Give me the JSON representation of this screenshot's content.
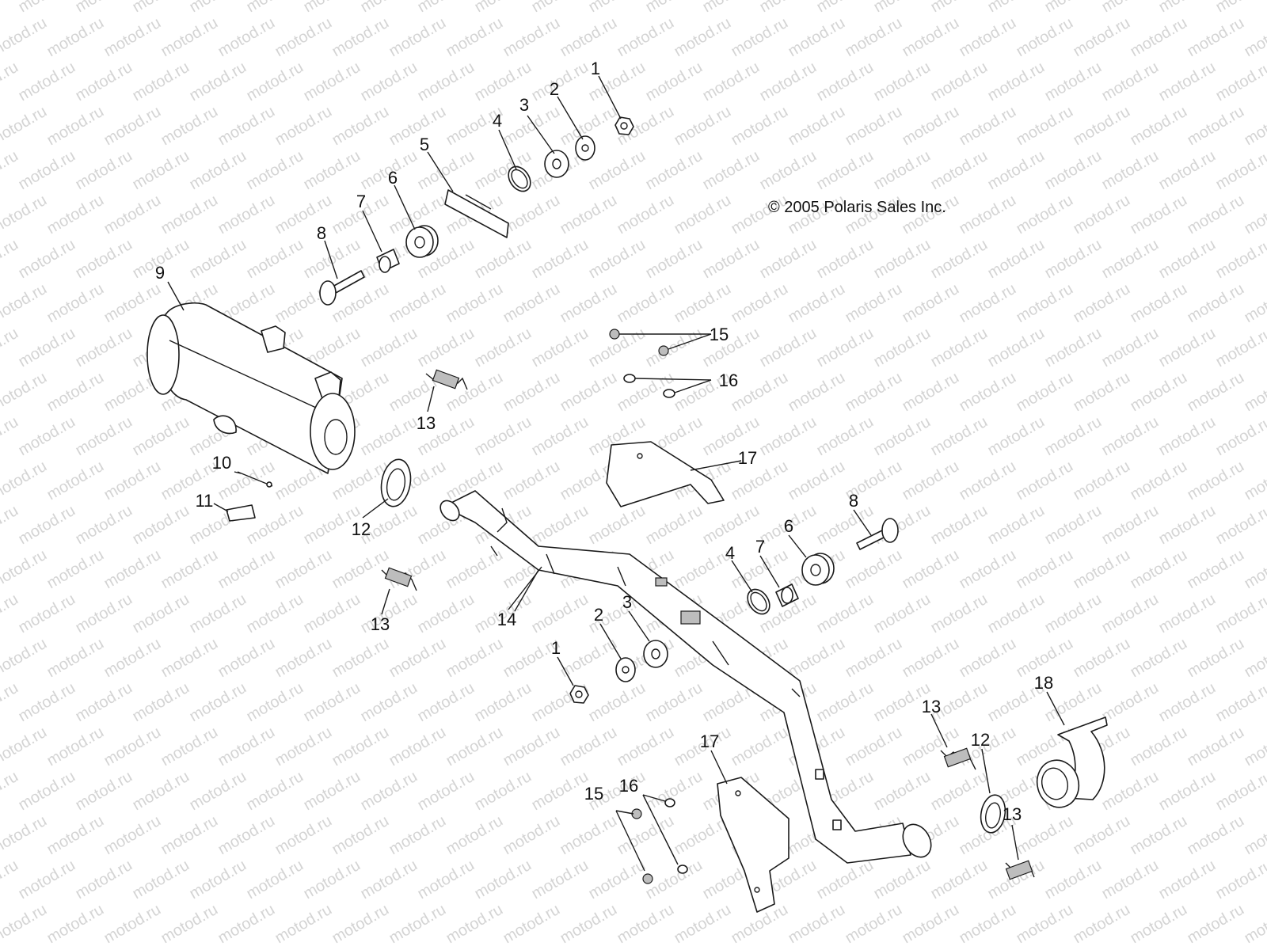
{
  "watermark": "motod.ru",
  "copyright": "© 2005 Polaris Sales Inc.",
  "callouts": {
    "c1a": "1",
    "c2a": "2",
    "c3a": "3",
    "c4a": "4",
    "c5": "5",
    "c6a": "6",
    "c7a": "7",
    "c8a": "8",
    "c9": "9",
    "c10": "10",
    "c11": "11",
    "c12a": "12",
    "c13a": "13",
    "c13b": "13",
    "c14": "14",
    "c15a": "15",
    "c16a": "16",
    "c17a": "17",
    "c4b": "4",
    "c7b": "7",
    "c6b": "6",
    "c8b": "8",
    "c2b": "2",
    "c3b": "3",
    "c1b": "1",
    "c13c": "13",
    "c12b": "12",
    "c13d": "13",
    "c18": "18",
    "c17b": "17",
    "c15b": "15",
    "c16b": "16"
  }
}
